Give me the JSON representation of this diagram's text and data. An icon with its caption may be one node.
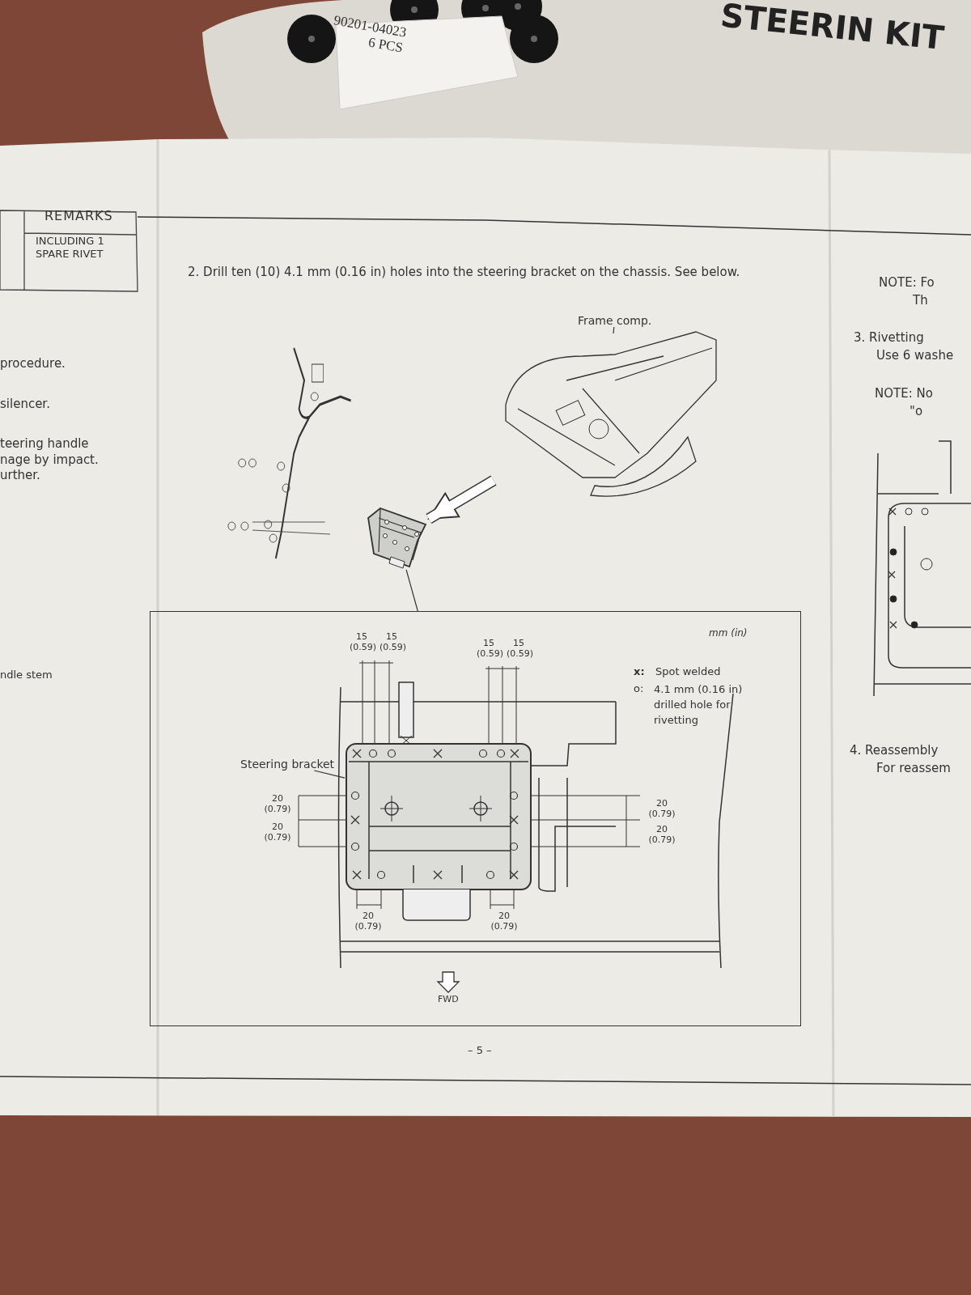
{
  "diagram": {
    "nodes": [
      {
        "text": [
          "Frame comp."
        ]
      },
      {
        "text": [],
        "shape": "picture"
      },
      {
        "text": [],
        "shape": "picture"
      },
      {
        "text": [],
        "shape": "picture"
      },
      {
        "text": [],
        "shape": "box"
      },
      {
        "text": [
          "Steering bracket"
        ],
        "in": 4
      },
      {
        "text": [],
        "shape": "picture",
        "in": 4
      }
    ],
    "edges": [
      {
        "from": 0,
        "to": 1,
        "arrow": "none"
      },
      {
        "from": 1,
        "to": 3,
        "arrow": "to",
        "style": "thick"
      },
      {
        "from": 3,
        "to": 4,
        "arrow": "none"
      },
      {
        "from": 5,
        "to": 6,
        "arrow": "none"
      }
    ],
    "labels": [
      "90201-04023",
      "6 PCS",
      "STEERIN KIT",
      "REMARKS",
      "INCLUDING 1 SPARE RIVET",
      "2. Drill ten (10) 4.1 mm (0.16 in) holes into the steering bracket on the chassis. See below.",
      "NOTE: Fo",
      "Th",
      "3. Rivetting",
      "Use 6 washe",
      "procedure.",
      "NOTE: No",
      "\"o",
      "silencer.",
      "teering handle nage by impact. urther.",
      "mm (in)",
      "15 (0.59)",
      "15 (0.59)",
      "15 (0.59)",
      "15 (0.59)",
      "x:",
      "Spot welded",
      "o:",
      "4.1 mm (0.16 in) drilled hole for rivetting",
      "ndle stem",
      "4. Reassembly",
      "For reassem",
      "20 (0.79)",
      "20 (0.79)",
      "20 (0.79)",
      "20 (0.79)",
      "20 (0.79)",
      "20 (0.79)",
      "FWD",
      "– 5 –"
    ]
  }
}
